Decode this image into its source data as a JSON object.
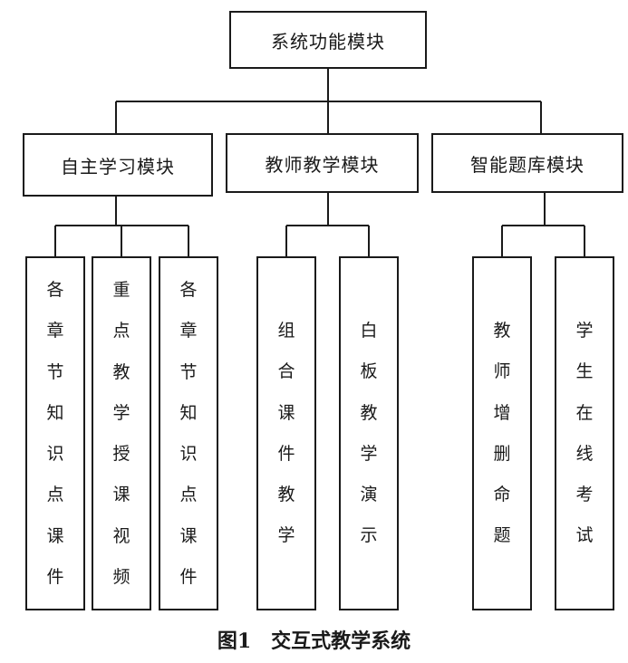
{
  "root": {
    "label": "系统功能模块"
  },
  "modules": [
    {
      "label": "自主学习模块",
      "children": [
        {
          "label": "各章节知识点课件"
        },
        {
          "label": "重点教学授课视频"
        },
        {
          "label": "各章节知识点课件"
        }
      ]
    },
    {
      "label": "教师教学模块",
      "children": [
        {
          "label": "组合课件教学"
        },
        {
          "label": "白板教学演示"
        }
      ]
    },
    {
      "label": "智能题库模块",
      "children": [
        {
          "label": "教师增删命题"
        },
        {
          "label": "学生在线考试"
        }
      ]
    }
  ],
  "caption": {
    "number": "图1",
    "title": "交互式教学系统"
  }
}
